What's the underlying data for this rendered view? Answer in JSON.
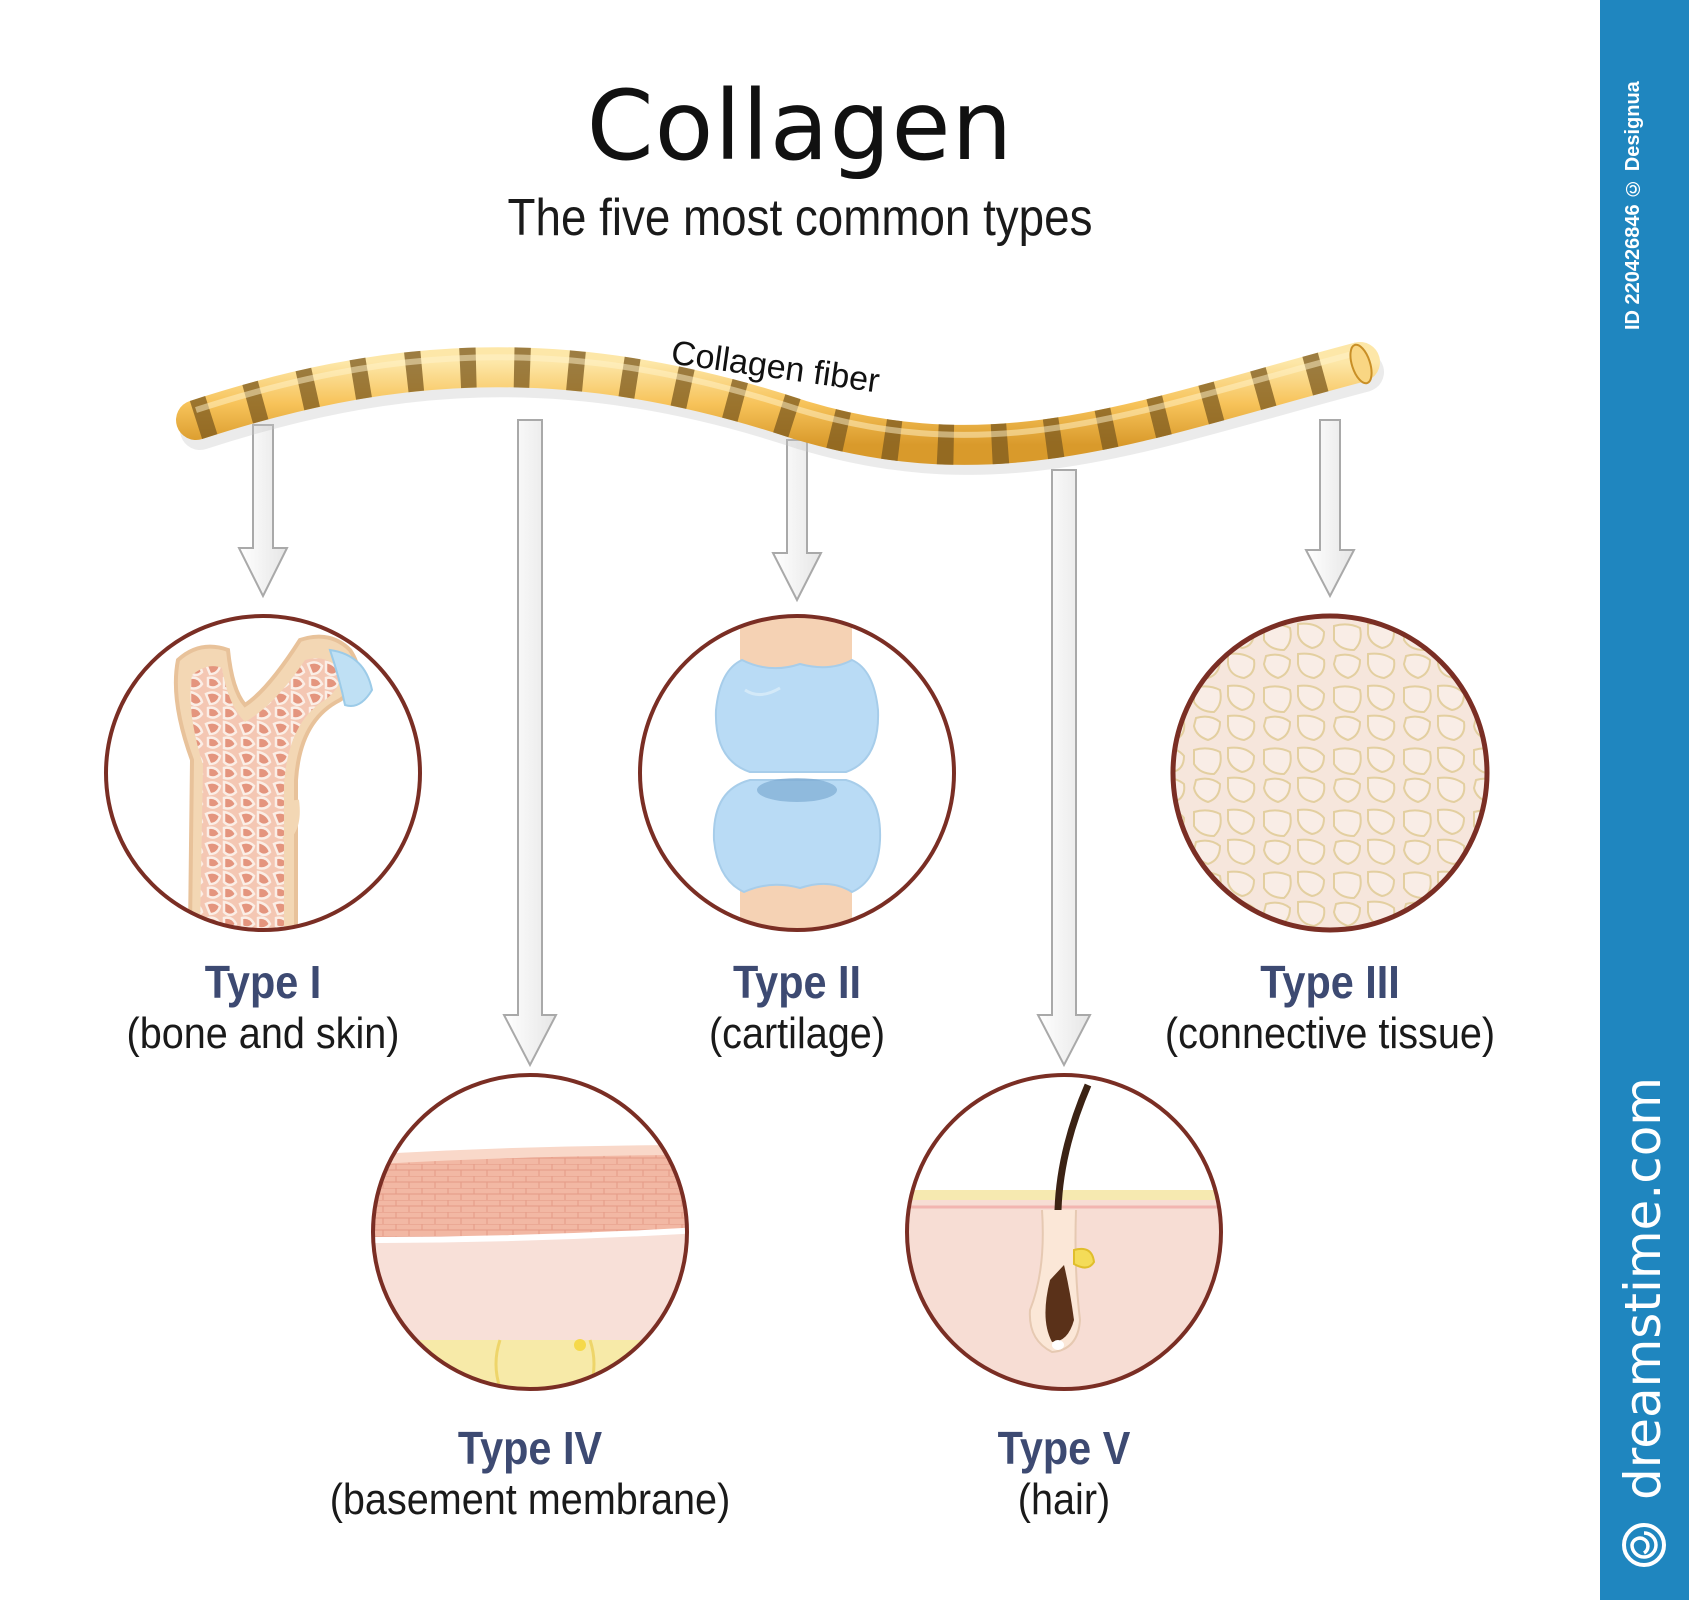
{
  "title": "Collagen",
  "subtitle": "The five most common types",
  "fiber_label": "Collagen fiber",
  "types": [
    {
      "name": "Type I",
      "desc": "(bone and skin)"
    },
    {
      "name": "Type II",
      "desc": "(cartilage)"
    },
    {
      "name": "Type III",
      "desc": "(connective tissue)"
    },
    {
      "name": "Type IV",
      "desc": "(basement membrane)"
    },
    {
      "name": "Type V",
      "desc": "(hair)"
    }
  ],
  "watermark": {
    "id_text": "ID 220426846 © Designua",
    "brand": "dreamstime.com"
  },
  "colors": {
    "fiber": "#f7c35a",
    "fiber_band": "#8a6a2a",
    "circle_border": "#7a2e24",
    "type_label": "#3d4a72",
    "sidebar": "#1f86bf",
    "bone": "#f3d7b4",
    "cartilage": "#b9dbf5",
    "skin": "#f7ddd4"
  },
  "icons": [
    "bone-icon",
    "cartilage-joint-icon",
    "connective-tissue-icon",
    "basement-membrane-icon",
    "hair-follicle-icon",
    "dreamstime-logo-icon"
  ]
}
